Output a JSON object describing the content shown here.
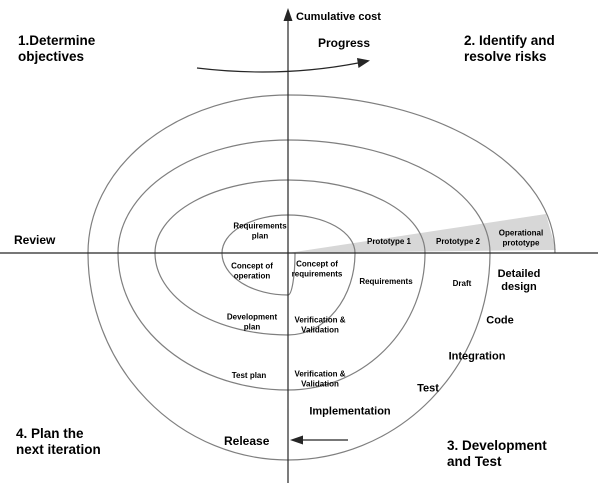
{
  "axes": {
    "vertical_axis_label": "Cumulative cost",
    "progress_label": "Progress",
    "review_label": "Review",
    "release_label": "Release"
  },
  "quadrants": {
    "q1_label": "1.Determine objectives",
    "q2_label": "2. Identify and resolve risks",
    "q3_label": "3. Development and Test",
    "q4_label": "4. Plan the next iteration"
  },
  "spiral_labels": {
    "requirements_plan": "Requirements plan",
    "concept_of_operation": "Concept of operation",
    "concept_of_requirements": "Concept of requirements",
    "requirements": "Requirements",
    "prototype_1": "Prototype 1",
    "prototype_2": "Prototype 2",
    "operational_prototype": "Operational prototype",
    "draft": "Draft",
    "detailed_design": "Detailed design",
    "code": "Code",
    "integration": "Integration",
    "test": "Test",
    "implementation": "Implementation",
    "development_plan": "Development plan",
    "verification_validation_1": "Verification & Validation",
    "test_plan": "Test plan",
    "verification_validation_2": "Verification & Validation"
  },
  "colors": {
    "background": "#ffffff",
    "spiral_stroke": "#7f7f7f",
    "axis_stroke": "#262626",
    "wedge_fill": "#d7d7d7",
    "text": "#000000"
  }
}
